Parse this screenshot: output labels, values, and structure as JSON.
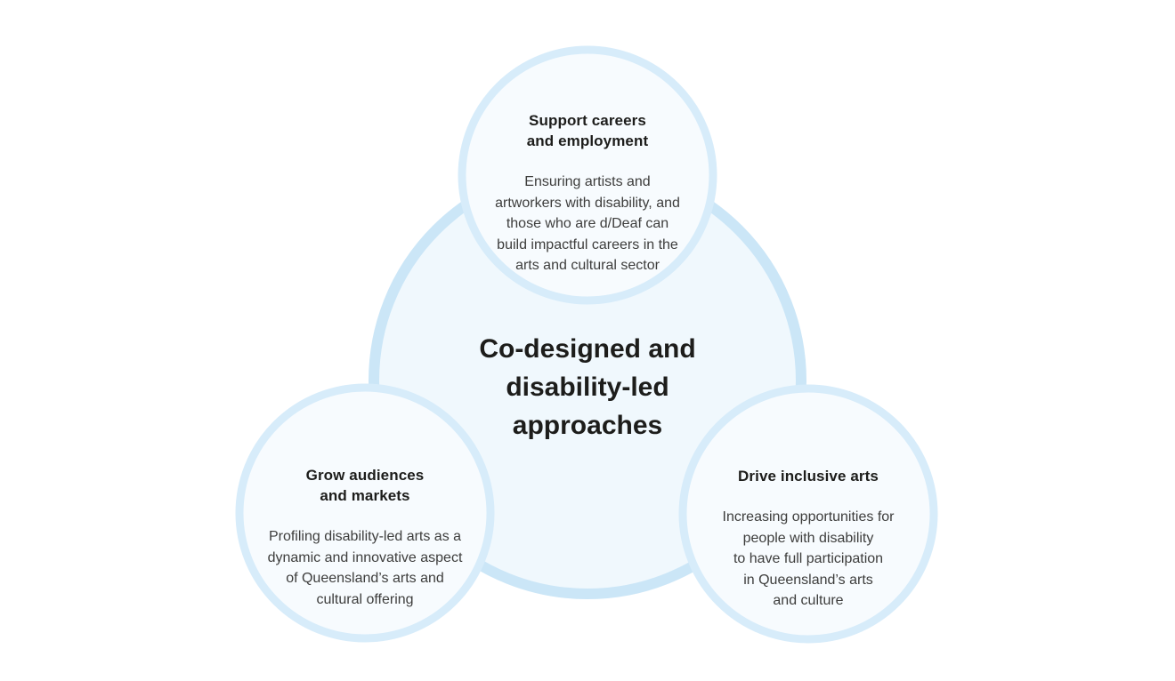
{
  "diagram": {
    "center": {
      "title": "Co-designed and\ndisability-led\napproaches"
    },
    "nodes": [
      {
        "id": "support-careers",
        "heading": "Support careers\nand employment",
        "body": "Ensuring artists and\nartworkers with disability, and\nthose who are d/Deaf can\nbuild impactful careers in the\narts and cultural sector"
      },
      {
        "id": "grow-audiences",
        "heading": "Grow audiences\nand markets",
        "body": "Profiling disability-led arts as a\ndynamic and innovative aspect\nof Queensland’s arts and\ncultural offering"
      },
      {
        "id": "drive-inclusive-arts",
        "heading": "Drive inclusive arts",
        "body": "Increasing opportunities for\npeople with disability\nto have full participation\nin Queensland’s arts\nand culture"
      }
    ],
    "colors": {
      "background": "#ffffff",
      "blob_fill": "#f0f8fd",
      "blob_stroke": "#cbe6f7",
      "circle_fill": "#f7fbfe",
      "circle_stroke": "#d7ecfa",
      "heading_text": "#1d1d1b",
      "body_text": "#3d3d3c"
    }
  }
}
